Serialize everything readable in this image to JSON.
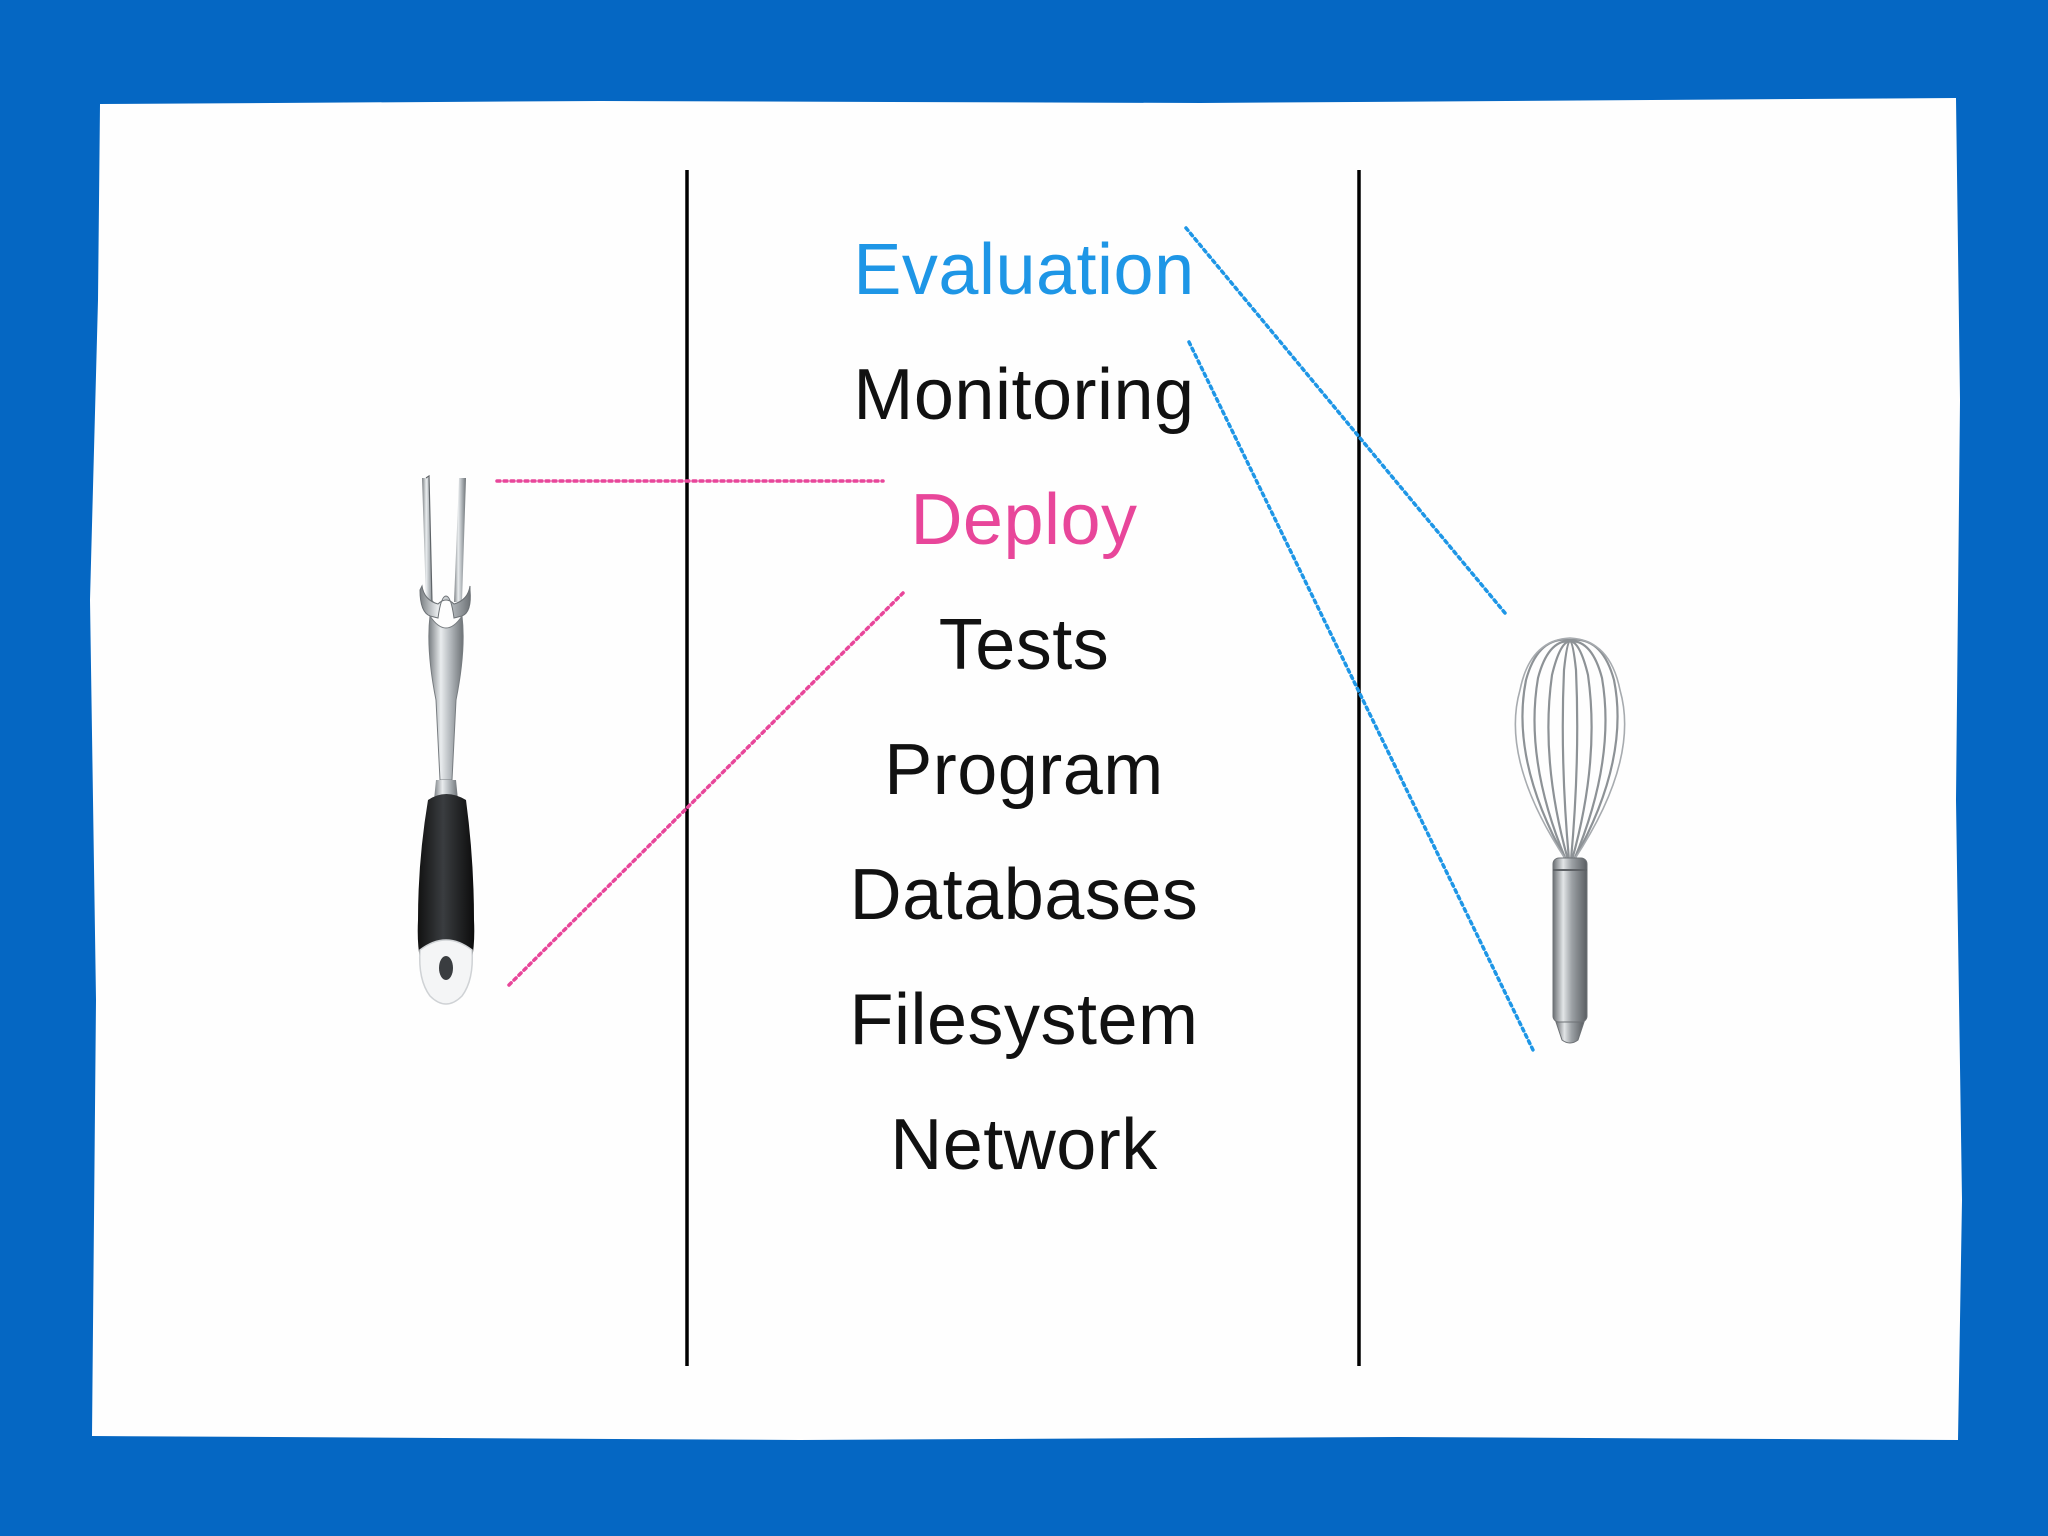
{
  "colors": {
    "background": "#0567c3",
    "panel": "#fefefe",
    "divider": "#000000",
    "text": "#111111",
    "evaluation_accent": "#1e96e6",
    "deploy_accent": "#e8469a"
  },
  "tools": {
    "left": {
      "icon": "carving-fork-icon",
      "connects_to": "Deploy"
    },
    "right": {
      "icon": "whisk-icon",
      "connects_to": [
        "Evaluation",
        "Monitoring"
      ]
    }
  },
  "stack": {
    "items": [
      {
        "label": "Evaluation",
        "highlight": "blue"
      },
      {
        "label": "Monitoring",
        "highlight": "none"
      },
      {
        "label": "Deploy",
        "highlight": "pink"
      },
      {
        "label": "Tests",
        "highlight": "none"
      },
      {
        "label": "Program",
        "highlight": "none"
      },
      {
        "label": "Databases",
        "highlight": "none"
      },
      {
        "label": "Filesystem",
        "highlight": "none"
      },
      {
        "label": "Network",
        "highlight": "none"
      }
    ]
  }
}
